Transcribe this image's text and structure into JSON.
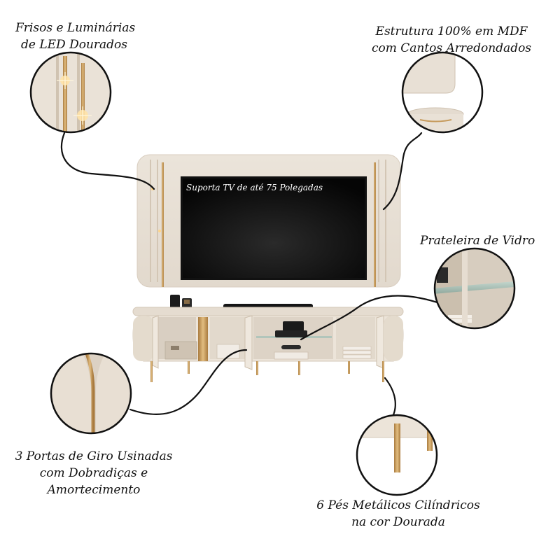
{
  "callouts": {
    "led_trims": [
      "Frisos e Luminárias",
      "de LED Dourados"
    ],
    "mdf_structure": [
      "Estrutura 100% em MDF",
      "com Cantos Arredondados"
    ],
    "glass_shelf": [
      "Prateleira de Vidro"
    ],
    "swing_doors": [
      "3 Portas de Giro Usinadas",
      "com Dobradiças e",
      "Amortecimento"
    ],
    "metal_feet": [
      "6 Pés Metálicos Cilíndricos",
      "na cor Dourada"
    ]
  },
  "tv_caption": "Suporta TV de até 75 Polegadas",
  "colors": {
    "panel": "#e9e1d7",
    "gold": "#c69a5b",
    "screen": "#0b0b0b",
    "line": "#111111"
  }
}
